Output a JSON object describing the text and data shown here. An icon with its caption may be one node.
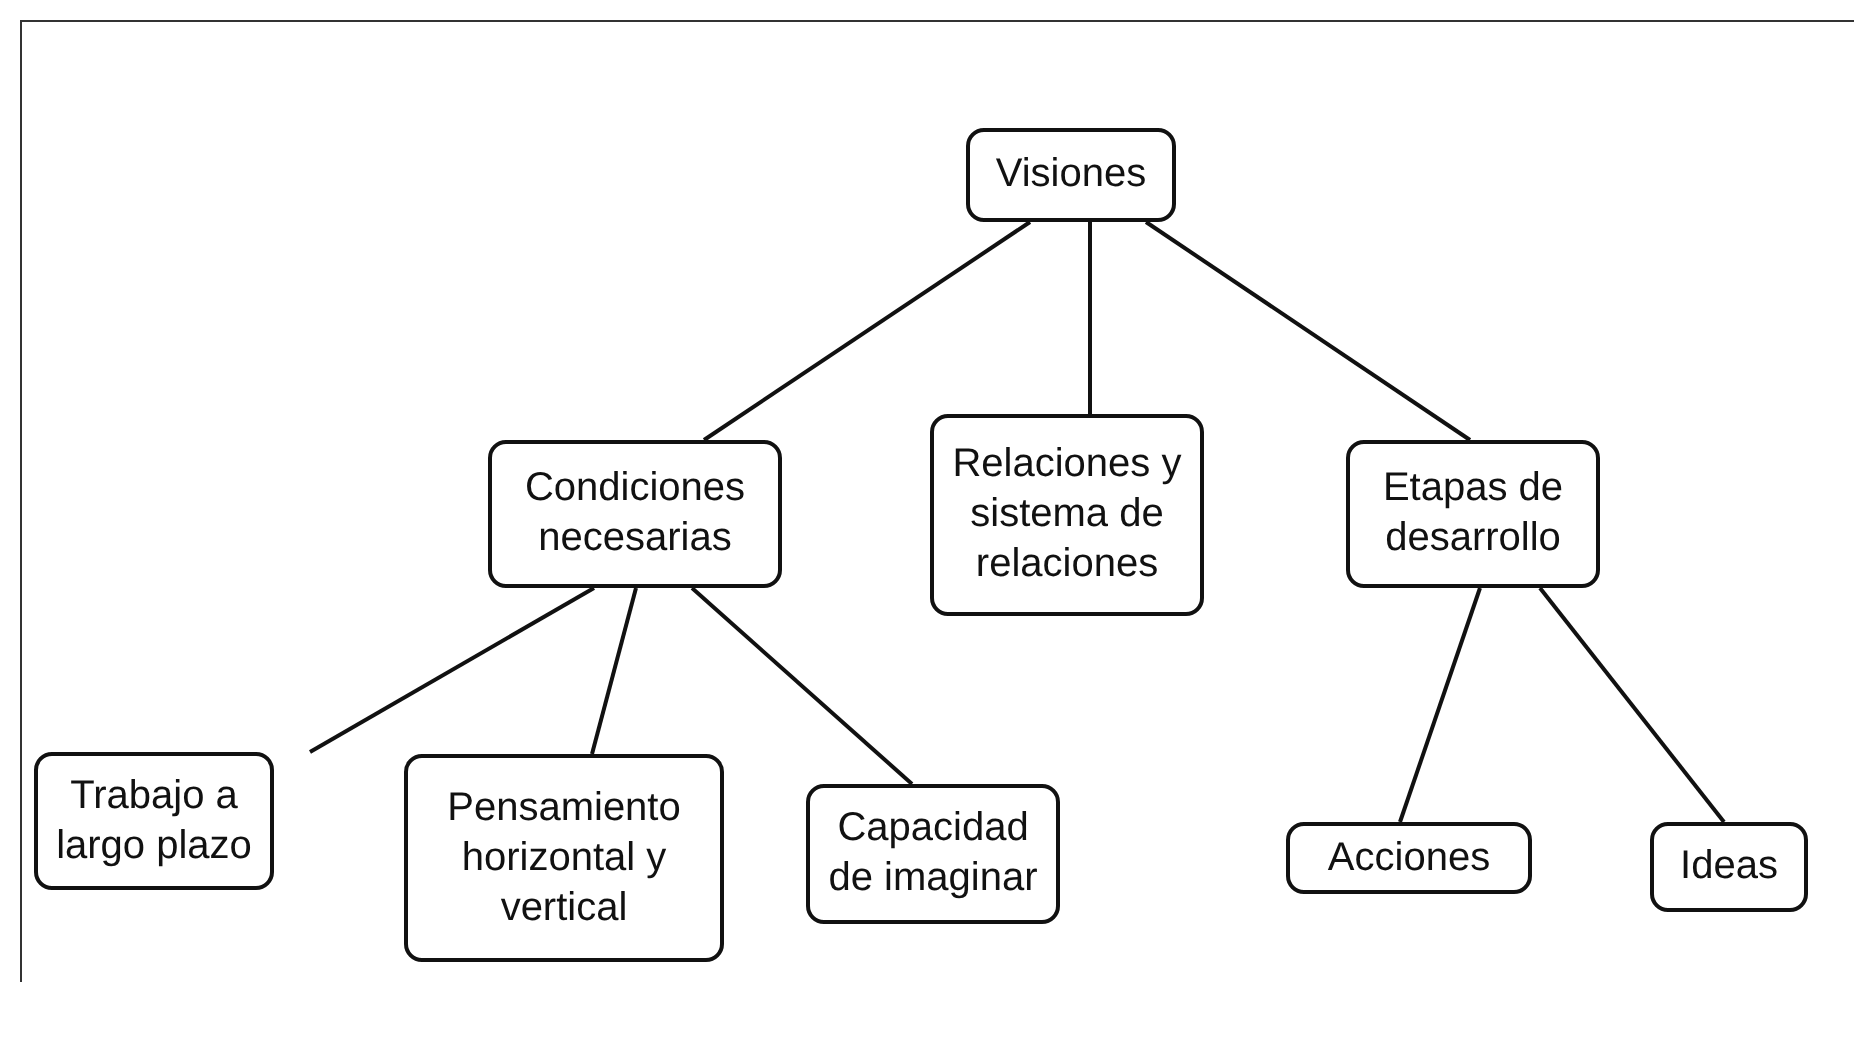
{
  "diagram": {
    "nodes": [
      {
        "text": [
          "Visiones"
        ]
      },
      {
        "text": [
          "Condiciones necesarias"
        ]
      },
      {
        "text": [
          "Relaciones y sistema de relaciones"
        ]
      },
      {
        "text": [
          "Etapas de desarrollo"
        ]
      },
      {
        "text": [
          "Trabajo a largo plazo"
        ]
      },
      {
        "text": [
          "Pensamiento horizontal y vertical"
        ]
      },
      {
        "text": [
          "Capacidad de imaginar"
        ]
      },
      {
        "text": [
          "Acciones"
        ]
      },
      {
        "text": [
          "Ideas"
        ]
      }
    ],
    "edges": [
      {
        "from": 0,
        "to": 1,
        "arrow": "none"
      },
      {
        "from": 0,
        "to": 2,
        "arrow": "none"
      },
      {
        "from": 0,
        "to": 3,
        "arrow": "none"
      },
      {
        "from": 1,
        "to": 4,
        "arrow": "none"
      },
      {
        "from": 1,
        "to": 5,
        "arrow": "none"
      },
      {
        "from": 1,
        "to": 6,
        "arrow": "none"
      },
      {
        "from": 3,
        "to": 7,
        "arrow": "none"
      },
      {
        "from": 3,
        "to": 8,
        "arrow": "none"
      }
    ]
  }
}
